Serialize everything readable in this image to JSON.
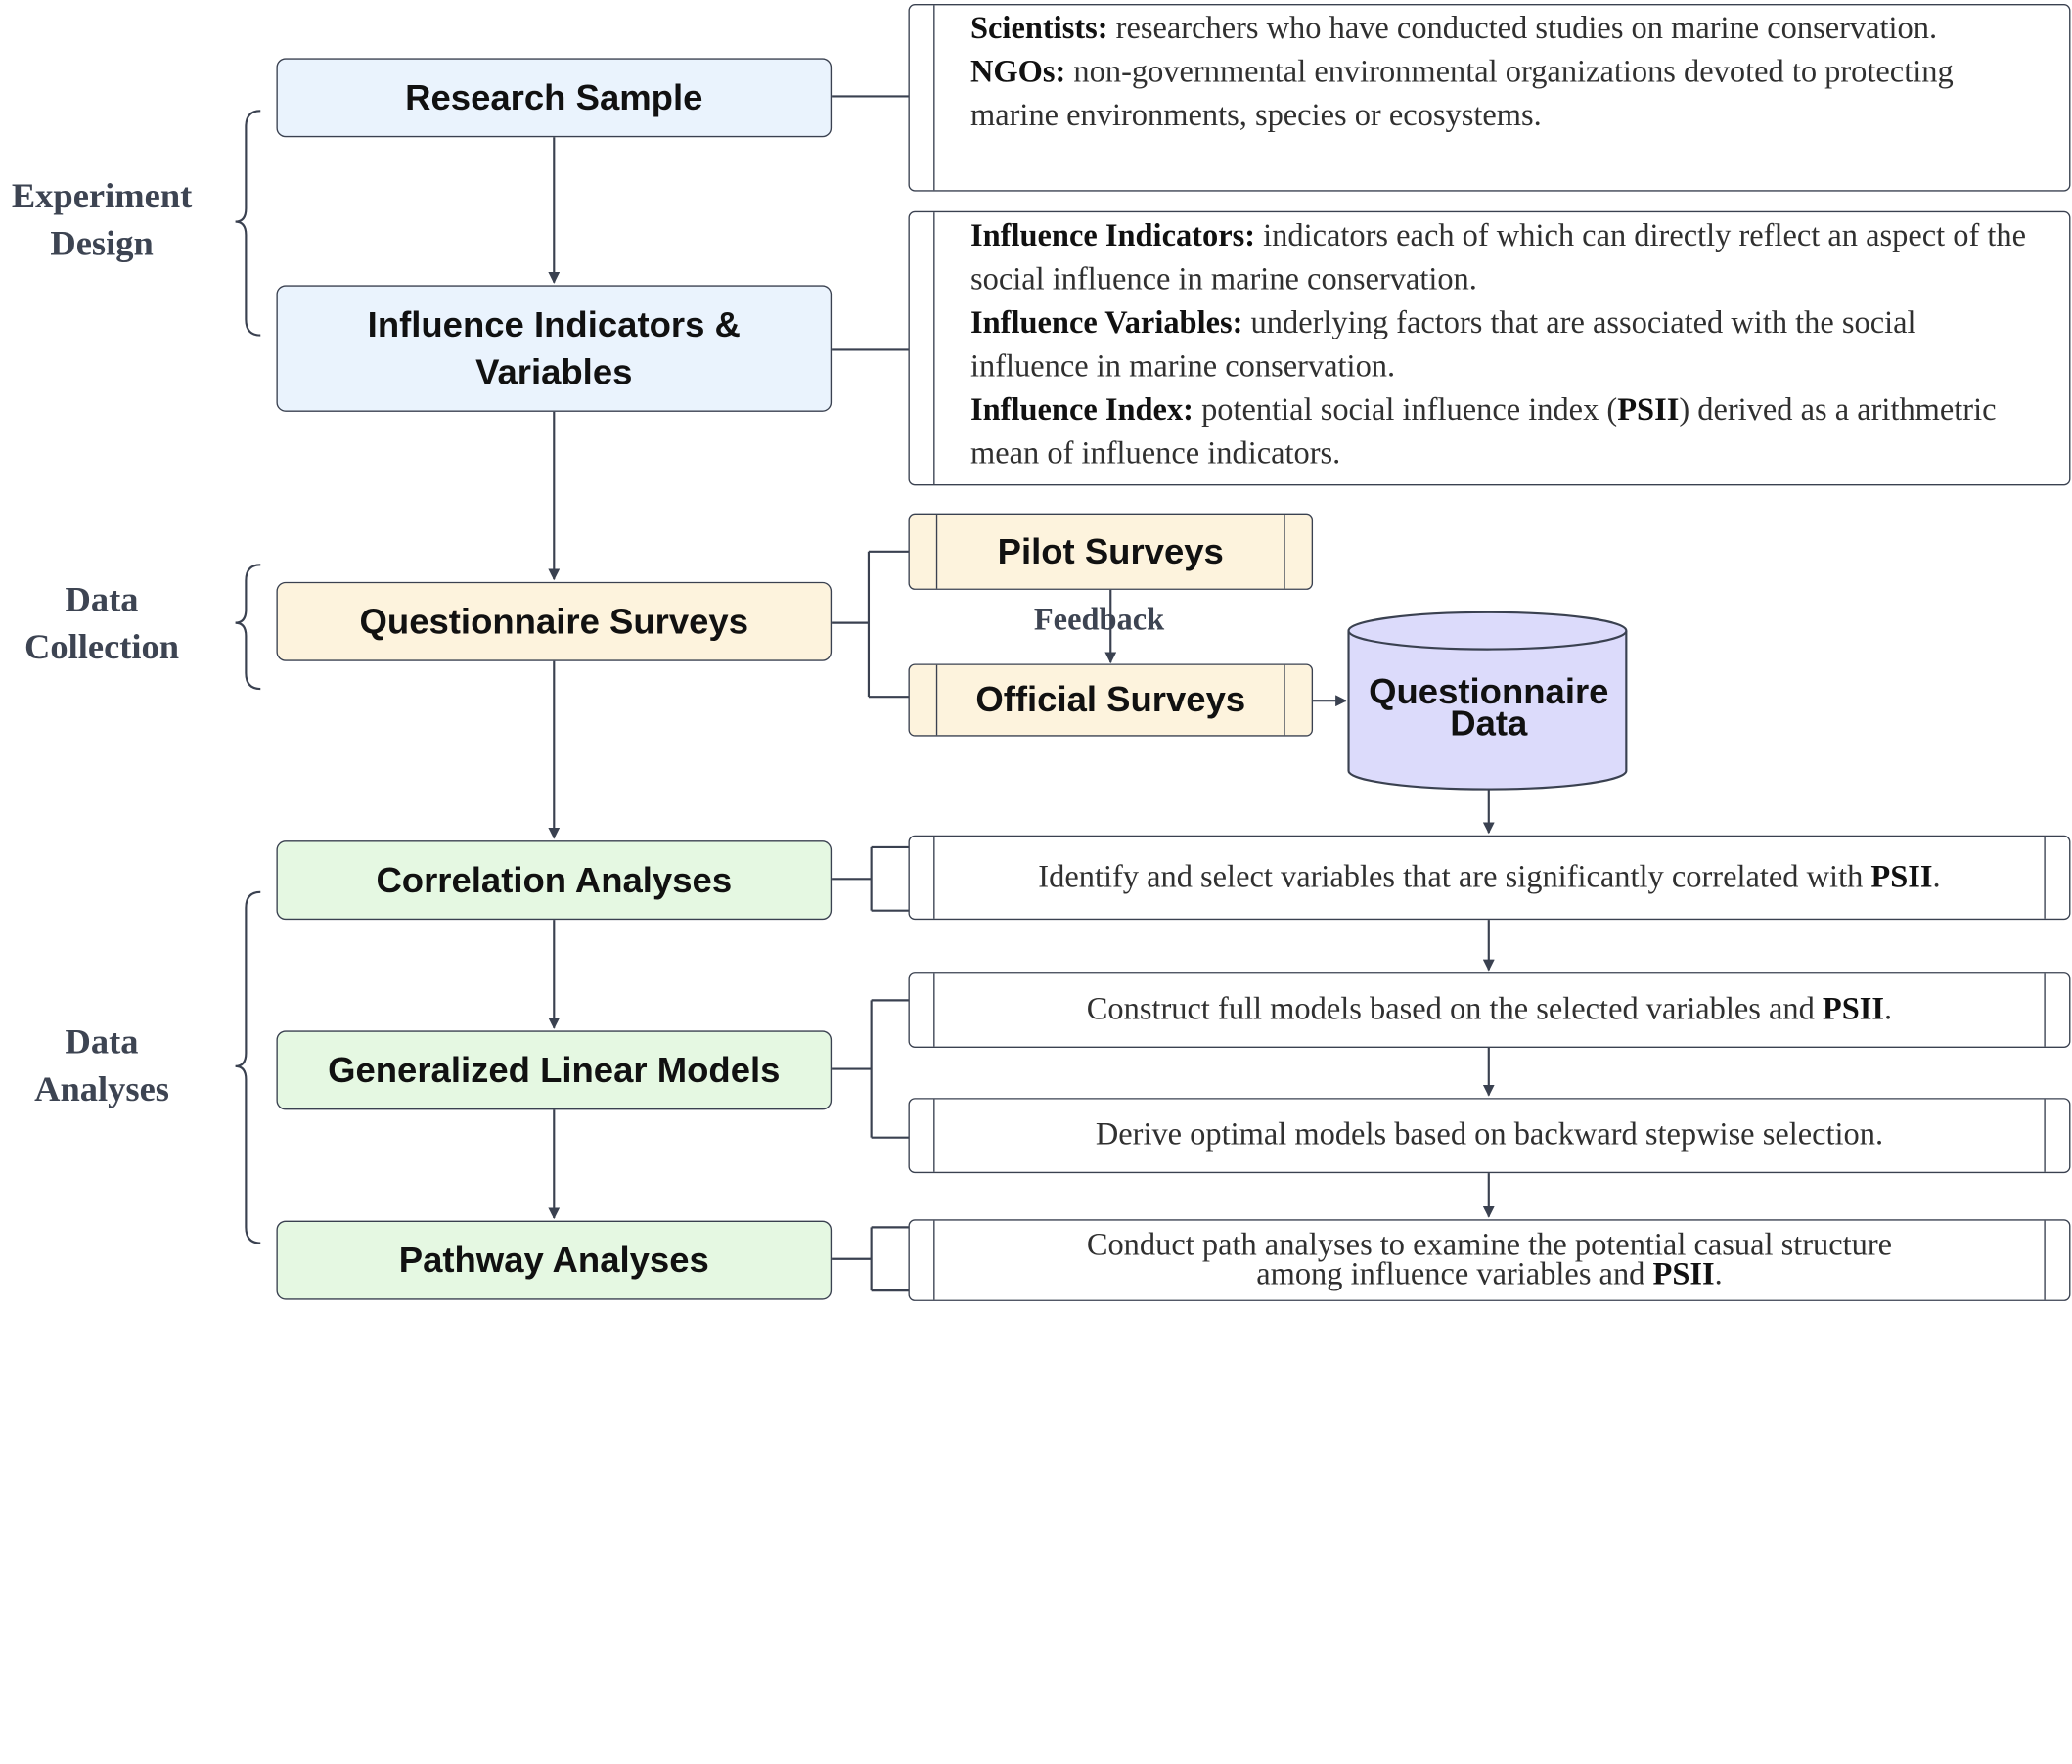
{
  "stages": {
    "experiment_design": "Experiment Design",
    "data_collection": "Data Collection",
    "data_analyses": "Data Analyses"
  },
  "steps": {
    "research_sample": "Research Sample",
    "influence_indicators": "Influence Indicators & Variables",
    "questionnaire_surveys": "Questionnaire Surveys",
    "correlation_analyses": "Correlation Analyses",
    "glm": "Generalized Linear Models",
    "pathway_analyses": "Pathway Analyses"
  },
  "notes": {
    "research_sample": {
      "scientists_term": "Scientists:",
      "scientists_def": " researchers who have conducted studies on marine conservation.",
      "ngos_term": "NGOs:",
      "ngos_def": " non-governmental environmental organizations devoted to protecting marine environments, species or ecosystems."
    },
    "influence": {
      "indicators_term": "Influence Indicators:",
      "indicators_def": " indicators each of which can directly reflect an aspect of the social influence in marine conservation.",
      "variables_term": "Influence Variables:",
      "variables_def": " underlying factors that are associated with the social influence in marine conservation.",
      "index_term": "Influence Index:",
      "index_def_1": " potential social influence index (",
      "index_psii": "PSII",
      "index_def_2": ") derived as a arithmetric mean of influence indicators."
    },
    "correlation": {
      "text": "Identify and select variables that are significantly correlated with ",
      "psii": "PSII",
      "end": "."
    },
    "glm_full": {
      "text": "Construct full models based on the selected variables and ",
      "psii": "PSII",
      "end": "."
    },
    "glm_optimal": {
      "text": "Derive optimal models based on backward stepwise selection."
    },
    "pathway": {
      "line1": "Conduct path analyses to examine the potential casual structure",
      "line2": "among influence variables and ",
      "psii": "PSII",
      "end": "."
    }
  },
  "surveys": {
    "pilot": "Pilot Surveys",
    "official": "Official Surveys",
    "feedback": "Feedback"
  },
  "database": {
    "line1": "Questionnaire",
    "line2": "Data"
  },
  "colors": {
    "experiment_fill": "#eaf3fd",
    "collection_fill": "#fdf3dd",
    "analyses_fill": "#e5f8e2",
    "database_fill": "#dcdbfb",
    "stroke": "#3a4150"
  }
}
